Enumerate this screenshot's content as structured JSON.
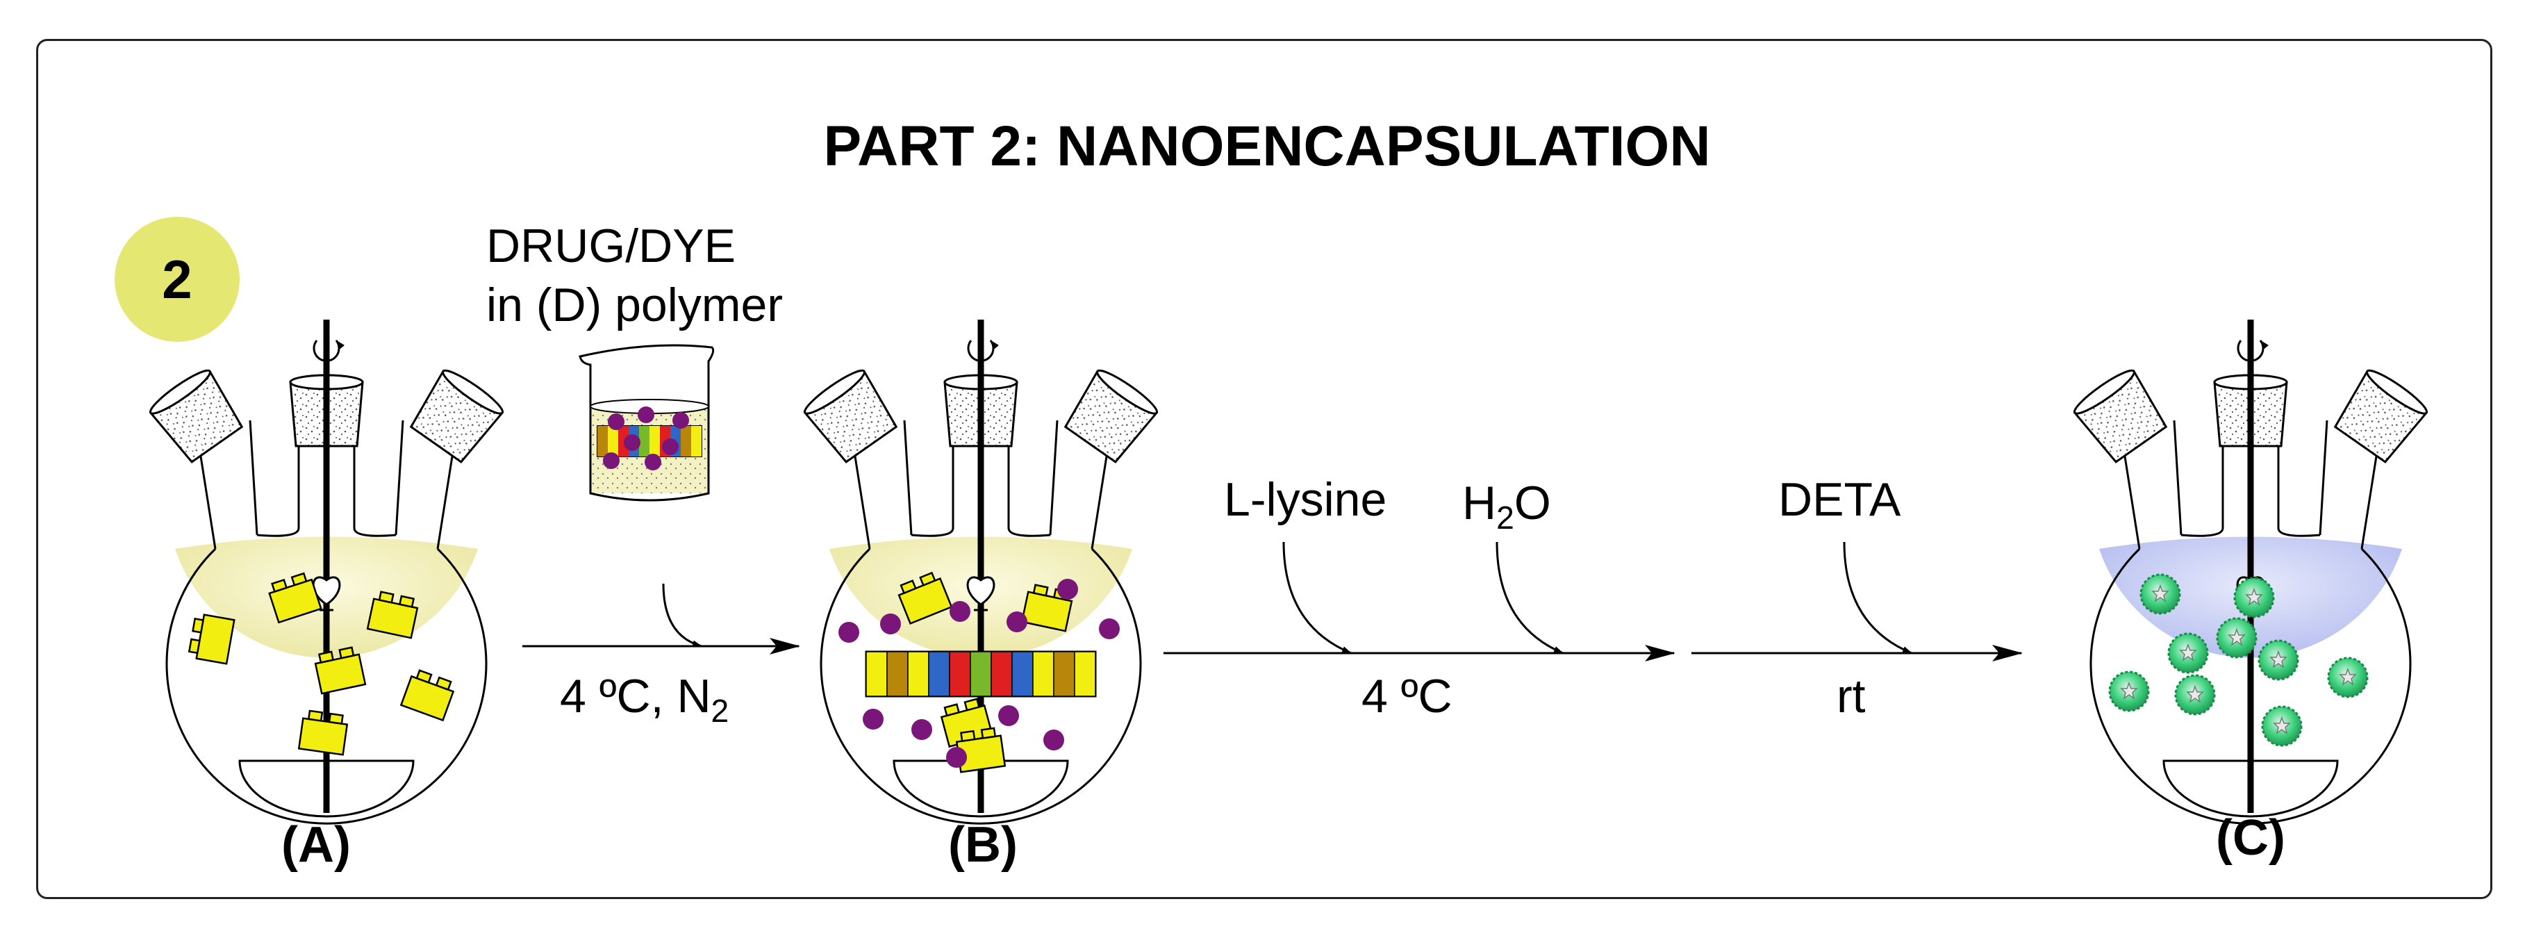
{
  "title": "PART 2: NANOENCAPSULATION",
  "step_number": "2",
  "flask_labels": {
    "a": "(A)",
    "b": "(B)",
    "c": "(C)"
  },
  "reagents": {
    "drug_dye_line1": "DRUG/DYE",
    "drug_dye_line2": "in (D) polymer",
    "lysine": "L-lysine",
    "water": "H",
    "water_sub": "2",
    "water_tail": "O",
    "deta": "DETA"
  },
  "conditions": {
    "step1": "4 ºC, N",
    "step1_sub": "2",
    "step2": "4 ºC",
    "step3": "rt"
  },
  "colors": {
    "step_badge": "#e4e872",
    "solution_yellow": "#f4f2c2",
    "solution_blue": "#c8cff2",
    "block_yellow": "#f2ee10",
    "drug_purple": "#7a157a",
    "capsule_green": "#3fd27f"
  }
}
